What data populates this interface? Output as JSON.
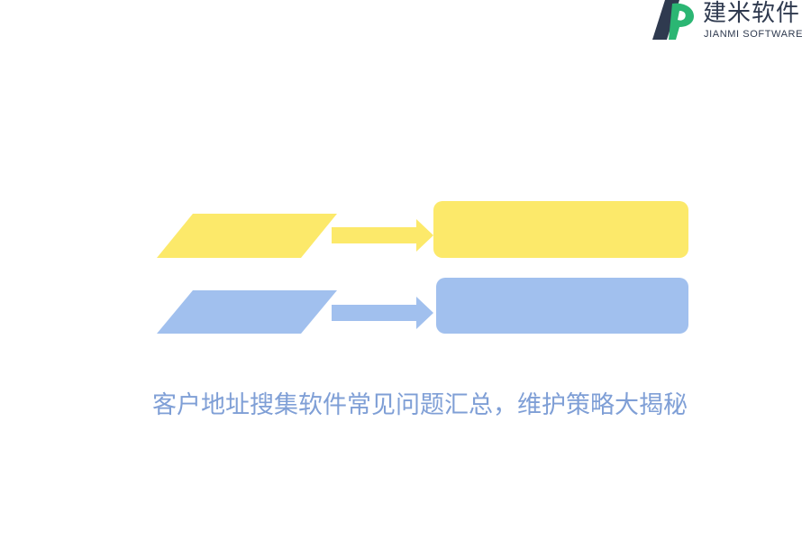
{
  "logo": {
    "name_cn": "建米软件",
    "name_en": "JIANMI SOFTWARE",
    "icon": "jianmi-logo-icon"
  },
  "colors": {
    "yellow": "#fce96a",
    "blue": "#a1c0ee",
    "caption": "#7f9fd6",
    "logo_dark": "#2f3a4f",
    "logo_green": "#2bb673"
  },
  "diagram": {
    "rows": [
      {
        "color": "yellow",
        "parallelogram_text": "",
        "box_text": ""
      },
      {
        "color": "blue",
        "parallelogram_text": "",
        "box_text": ""
      }
    ]
  },
  "caption": "客户地址搜集软件常见问题汇总，维护策略大揭秘"
}
